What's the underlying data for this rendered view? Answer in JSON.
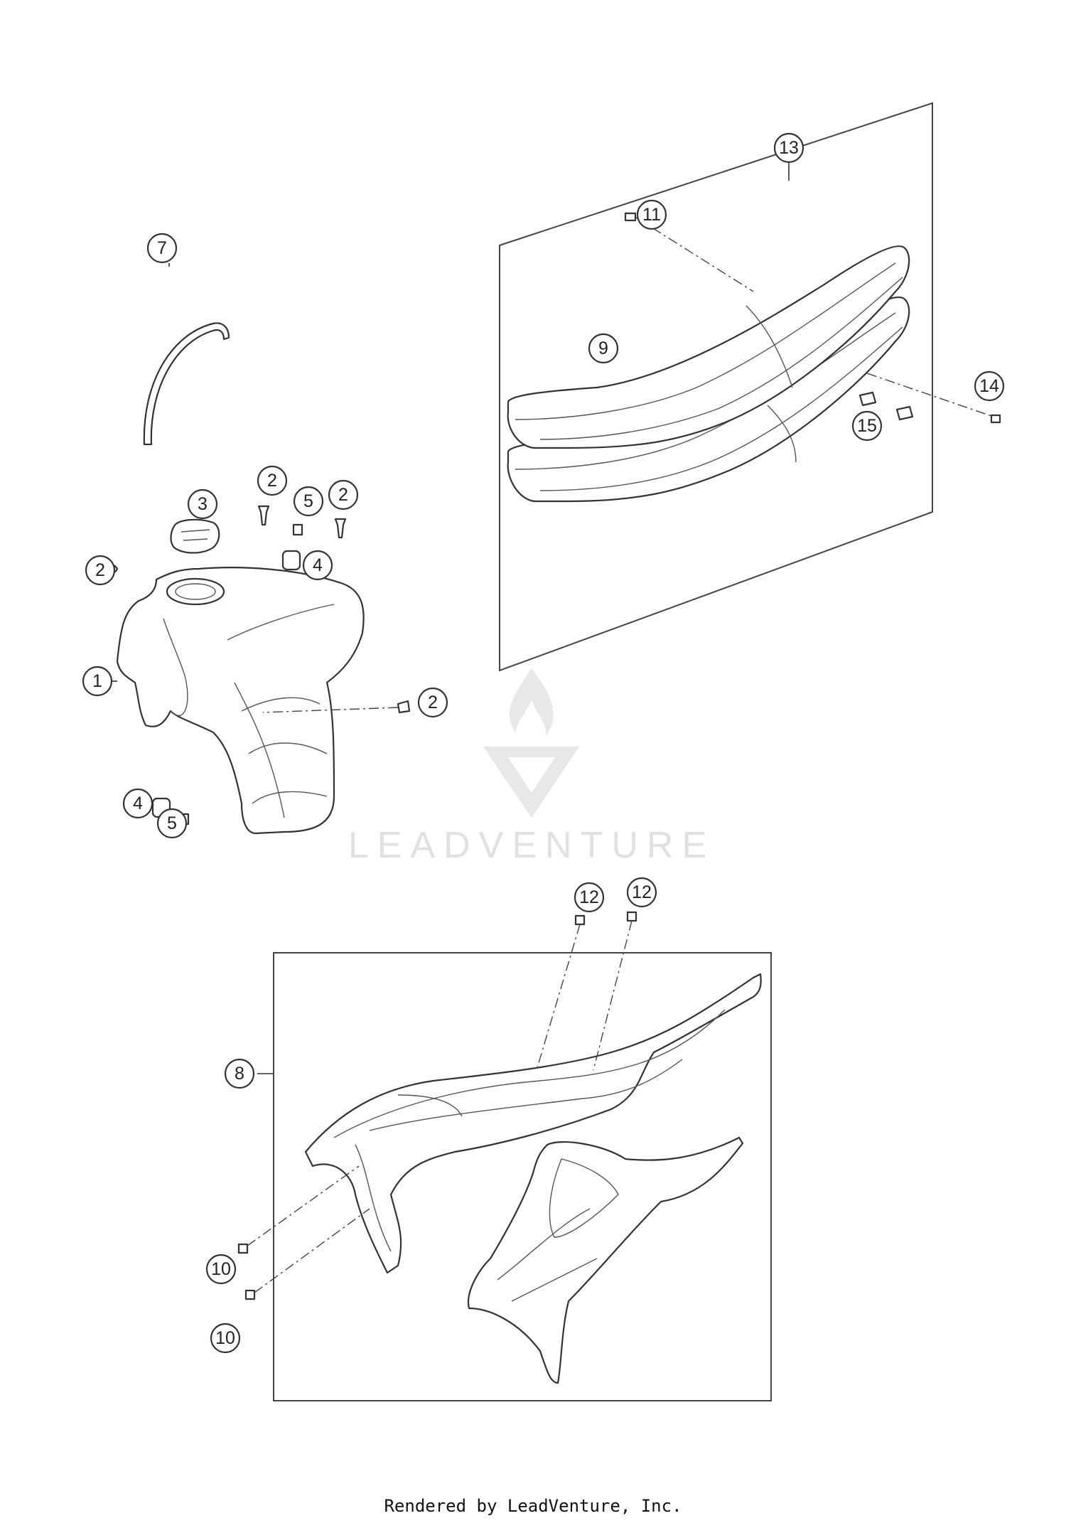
{
  "callouts": [
    {
      "id": "c1",
      "label": "1"
    },
    {
      "id": "c2a",
      "label": "2"
    },
    {
      "id": "c2b",
      "label": "2"
    },
    {
      "id": "c2c",
      "label": "2"
    },
    {
      "id": "c2d",
      "label": "2"
    },
    {
      "id": "c3",
      "label": "3"
    },
    {
      "id": "c4a",
      "label": "4"
    },
    {
      "id": "c4b",
      "label": "4"
    },
    {
      "id": "c5a",
      "label": "5"
    },
    {
      "id": "c5b",
      "label": "5"
    },
    {
      "id": "c7",
      "label": "7"
    },
    {
      "id": "c8",
      "label": "8"
    },
    {
      "id": "c9",
      "label": "9"
    },
    {
      "id": "c10a",
      "label": "10"
    },
    {
      "id": "c10b",
      "label": "10"
    },
    {
      "id": "c11",
      "label": "11"
    },
    {
      "id": "c12a",
      "label": "12"
    },
    {
      "id": "c12b",
      "label": "12"
    },
    {
      "id": "c13",
      "label": "13"
    },
    {
      "id": "c14",
      "label": "14"
    },
    {
      "id": "c15",
      "label": "15"
    }
  ],
  "watermark": "LEADVENTURE",
  "footer": "Rendered by LeadVenture, Inc."
}
